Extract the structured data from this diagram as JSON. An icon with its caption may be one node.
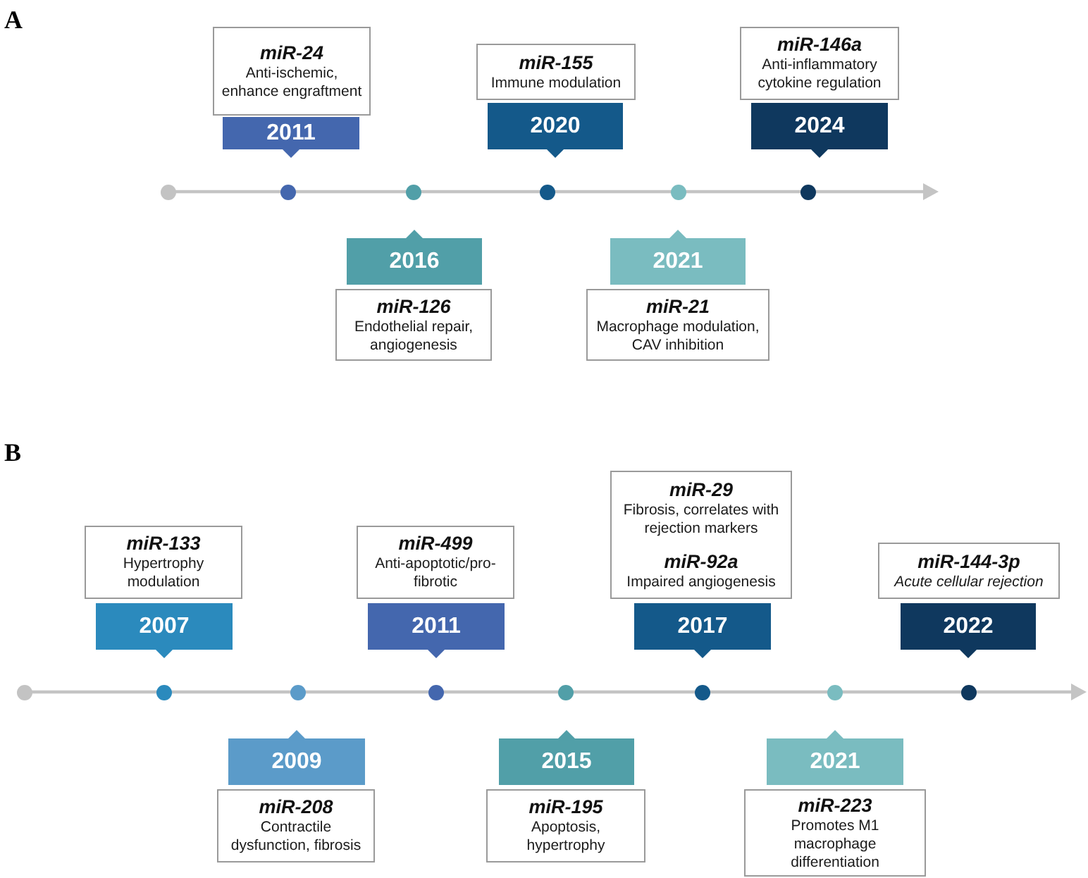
{
  "diagram": {
    "nodes": [
      {
        "text": [
          "miR-24",
          "Anti-ischemic, enhance engraftment"
        ]
      },
      {
        "text": [
          "miR-155",
          "Immune modulation"
        ]
      },
      {
        "text": [
          "miR-146a",
          "Anti-inflammatory cytokine regulation"
        ]
      },
      {
        "text": [
          "2011"
        ]
      },
      {
        "text": [
          "2020"
        ]
      },
      {
        "text": [
          "2024"
        ]
      },
      {
        "text": [
          "2016"
        ]
      },
      {
        "text": [
          "2021"
        ]
      },
      {
        "text": [
          "miR-126",
          "Endothelial repair, angiogenesis"
        ]
      },
      {
        "text": [
          "miR-21",
          "Macrophage modulation, CAV inhibition"
        ]
      },
      {
        "text": [
          "miR-133",
          "Hypertrophy modulation"
        ]
      },
      {
        "text": [
          "miR-499",
          "Anti-apoptotic/pro-fibrotic"
        ]
      },
      {
        "text": [
          "miR-29",
          "Fibrosis, correlates with rejection markers",
          "miR-92a",
          "Impaired angiogenesis"
        ]
      },
      {
        "text": [
          "miR-144-3p",
          "Acute cellular rejection"
        ]
      },
      {
        "text": [
          "2007"
        ]
      },
      {
        "text": [
          "2011"
        ]
      },
      {
        "text": [
          "2017"
        ]
      },
      {
        "text": [
          "2022"
        ]
      },
      {
        "text": [
          "2009"
        ]
      },
      {
        "text": [
          "2015"
        ]
      },
      {
        "text": [
          "2021"
        ]
      },
      {
        "text": [
          "miR-208",
          "Contractile dysfunction, fibrosis"
        ]
      },
      {
        "text": [
          "miR-195",
          "Apoptosis, hypertrophy"
        ]
      },
      {
        "text": [
          "miR-223",
          "Promotes M1 macrophage differentiation"
        ]
      }
    ],
    "labels": [
      "A",
      "B"
    ]
  }
}
